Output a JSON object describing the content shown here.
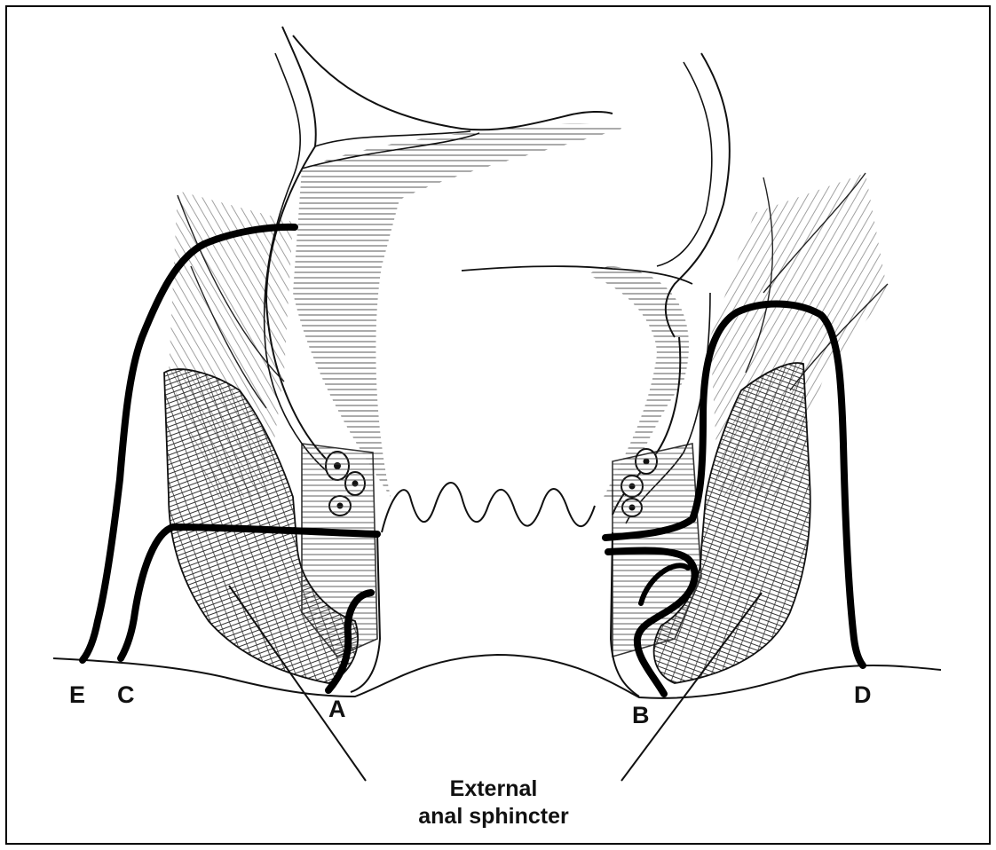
{
  "figure": {
    "labels": {
      "a": "A",
      "b": "B",
      "c": "C",
      "d": "D",
      "e": "E"
    },
    "caption": {
      "line1": "External",
      "line2": "anal sphincter"
    }
  },
  "colors": {
    "ink": "#111111",
    "hatch": "#3a3a3a",
    "paper": "#ffffff"
  }
}
